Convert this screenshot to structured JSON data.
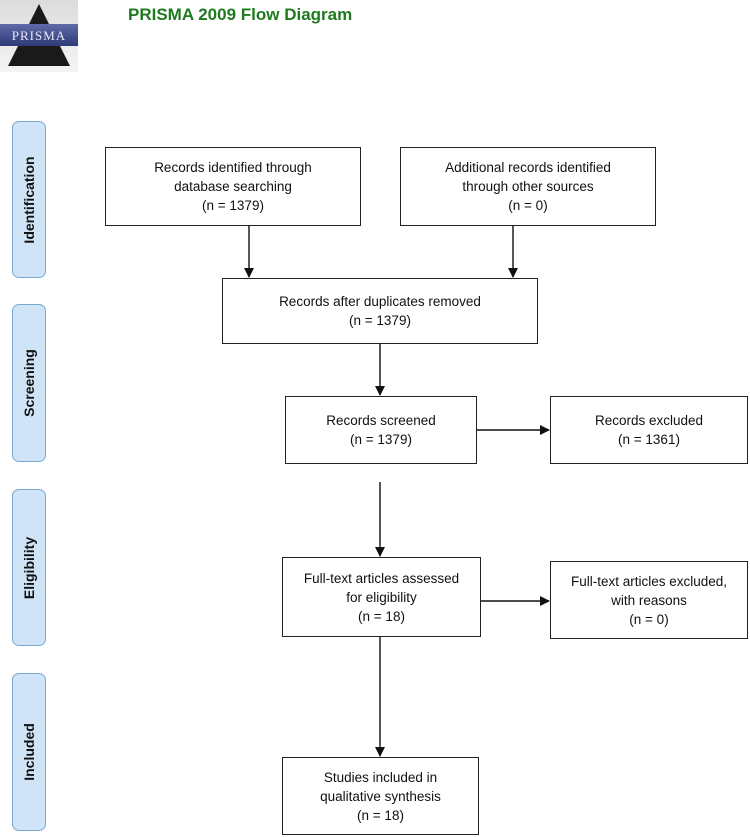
{
  "header": {
    "logo_text": "PRISMA",
    "title": "PRISMA 2009 Flow Diagram"
  },
  "stages": {
    "identification": "Identification",
    "screening": "Screening",
    "eligibility": "Eligibility",
    "included": "Included"
  },
  "boxes": {
    "db_search": {
      "line1": "Records identified through",
      "line2": "database searching",
      "line3": "(n = 1379)"
    },
    "other_sources": {
      "line1": "Additional records identified",
      "line2": "through other sources",
      "line3": "(n = 0)"
    },
    "duplicates_removed": {
      "line1": "Records after duplicates removed",
      "line2": "(n = 1379)"
    },
    "screened": {
      "line1": "Records screened",
      "line2": "(n = 1379)"
    },
    "excluded": {
      "line1": "Records excluded",
      "line2": "(n = 1361)"
    },
    "fulltext_assessed": {
      "line1": "Full-text articles assessed",
      "line2": "for eligibility",
      "line3": "(n = 18)"
    },
    "fulltext_excluded": {
      "line1": "Full-text articles excluded,",
      "line2": "with reasons",
      "line3": "(n = 0)"
    },
    "included_qualitative": {
      "line1": "Studies included in",
      "line2": "qualitative synthesis",
      "line3": "(n = 18)"
    }
  },
  "colors": {
    "title": "#1f7a1f",
    "stage_fill": "#cfe5f7",
    "stage_border": "#7aa9cf",
    "box_border": "#222222"
  }
}
